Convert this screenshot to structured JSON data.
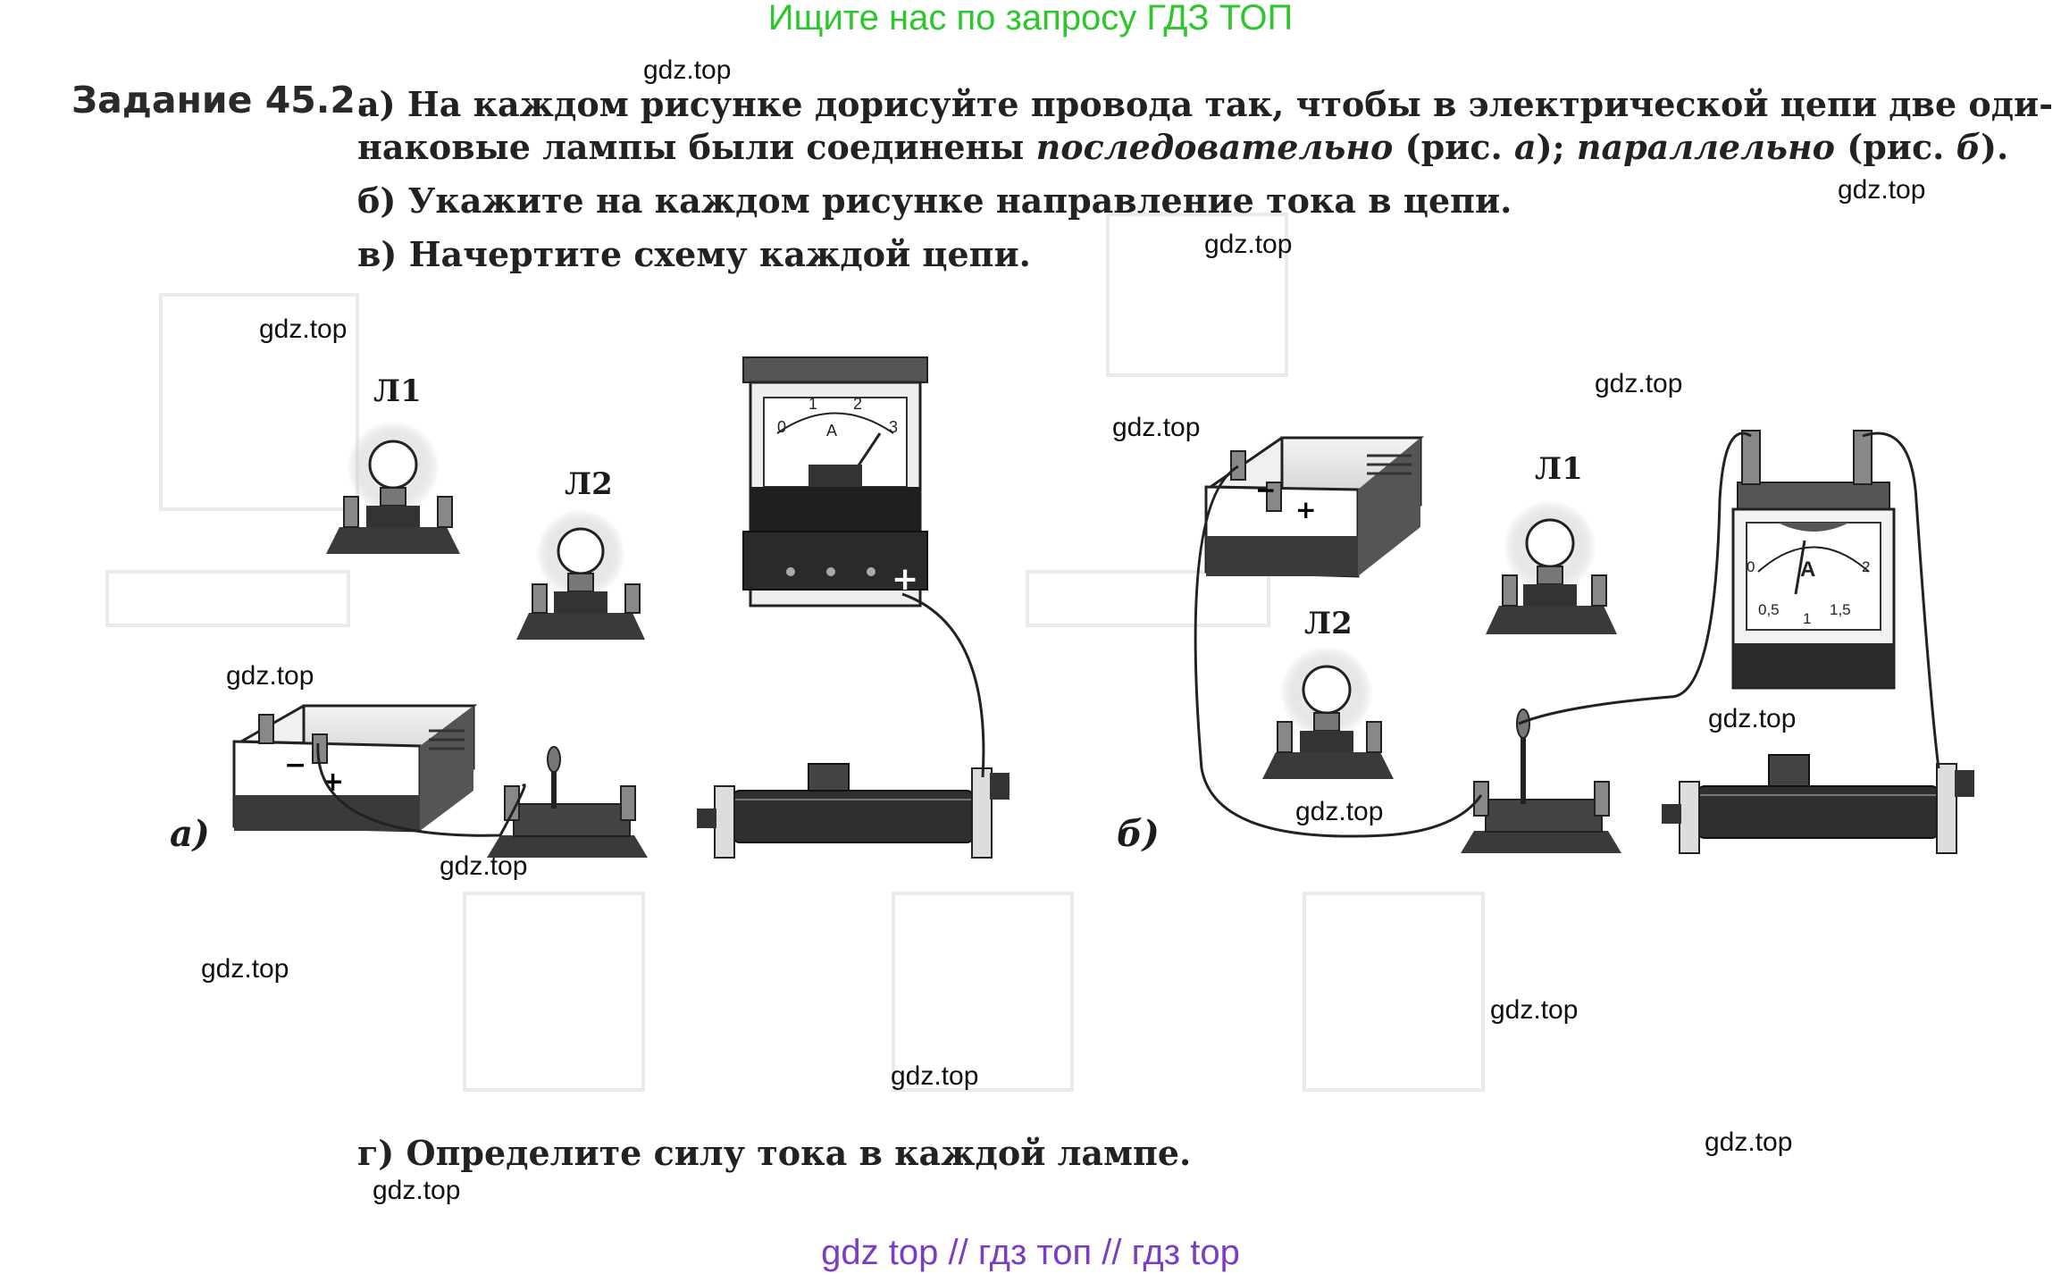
{
  "banner": "Ищите нас по запросу ГДЗ ТОП",
  "title": "Задание 45.2.",
  "task": {
    "a_line1": "а) На каждом рисунке дорисуйте провода так, чтобы в электрической цепи две оди-",
    "a_line2_pre": "наковые лампы были соединены ",
    "a_line2_em1": "последовательно",
    "a_line2_mid": " (рис. ",
    "a_line2_em2": "а",
    "a_line2_mid2": "); ",
    "a_line2_em3": "параллельно",
    "a_line2_mid3": " (рис. ",
    "a_line2_em4": "б",
    "a_line2_end": ").",
    "b": "б) Укажите на каждом рисунке направление тока в цепи.",
    "v": "в) Начертите схему каждой цепи.",
    "g": "г) Определите силу тока в каждой лампе."
  },
  "figure_a": {
    "label": "а)",
    "lamp1": "Л1",
    "lamp2": "Л2",
    "ammeter_scale": [
      "0",
      "1",
      "2",
      "3"
    ],
    "ammeter_unit": "A",
    "battery_minus": "−",
    "battery_plus": "+",
    "ammeter_plus": "+"
  },
  "figure_b": {
    "label": "б)",
    "lamp1": "Л1",
    "lamp2": "Л2",
    "ammeter_scale": [
      "0",
      "0,5",
      "1",
      "1,5",
      "2"
    ],
    "ammeter_unit": "A",
    "battery_minus": "−",
    "battery_plus": "+"
  },
  "watermarks": [
    "gdz.top",
    "gdz.top",
    "gdz.top",
    "gdz.top",
    "gdz.top",
    "gdz.top",
    "gdz.top",
    "gdz.top",
    "gdz.top",
    "gdz.top",
    "gdz.top",
    "gdz.top",
    "gdz.top",
    "gdz.top",
    "gdz.top"
  ],
  "footer": "gdz top  //  гдз топ  //  гдз top"
}
